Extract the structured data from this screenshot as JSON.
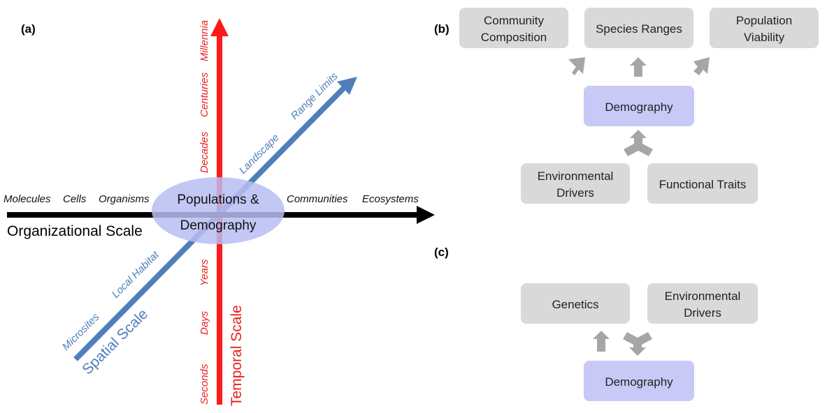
{
  "colors": {
    "organizational_axis": "#000000",
    "spatial_axis": "#4f7fba",
    "temporal_axis": "#ff1a1a",
    "ellipse_fill": "#b9bdf2",
    "grey_box": "#d9d9d9",
    "purple_box": "#c9c9f7",
    "grey_arrow": "#a6a6a6"
  },
  "panel_a": {
    "label": "(a)",
    "organizational_levels": [
      "Molecules",
      "Cells",
      "Organisms",
      "Communities",
      "Ecosystems"
    ],
    "organizational_scale_label": "Organizational Scale",
    "spatial_levels": [
      "Microsites",
      "Local Habitat",
      "Landscape",
      "Range Limits"
    ],
    "spatial_scale_label": "Spatial Scale",
    "temporal_levels": [
      "Seconds",
      "Days",
      "Years",
      "Decades",
      "Centuries",
      "Millennia"
    ],
    "temporal_scale_label": "Temporal Scale",
    "center_line1": "Populations &",
    "center_line2": "Demography"
  },
  "panel_b": {
    "label": "(b)",
    "outcomes": [
      {
        "line1": "Community",
        "line2": "Composition"
      },
      {
        "line1": "Species Ranges",
        "line2": ""
      },
      {
        "line1": "Population",
        "line2": "Viability"
      }
    ],
    "center": "Demography",
    "inputs": [
      {
        "line1": "Environmental",
        "line2": "Drivers"
      },
      {
        "line1": "Functional Traits",
        "line2": ""
      }
    ]
  },
  "panel_c": {
    "label": "(c)",
    "boxes": [
      {
        "line1": "Genetics",
        "line2": ""
      },
      {
        "line1": "Environmental",
        "line2": "Drivers"
      }
    ],
    "center": "Demography"
  }
}
